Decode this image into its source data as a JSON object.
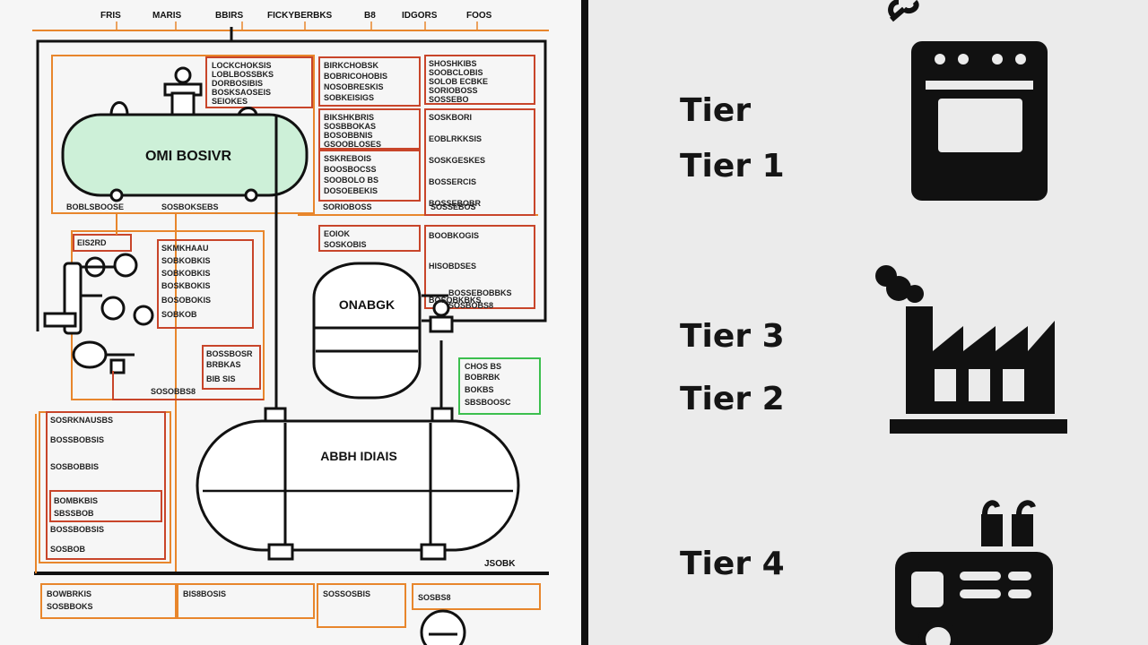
{
  "header": {
    "labels": [
      "FRIS",
      "MARIS",
      "BBIRS",
      "FICKYBERBKS",
      "B8",
      "IDGORS",
      "FOOS"
    ]
  },
  "main_tank": {
    "label": "OMI BOSIVR"
  },
  "mid_tank": {
    "label": "ONABGK"
  },
  "lower_tank": {
    "label": "ABBH IDIAIS"
  },
  "note_blocks": {
    "block_a": [
      "LOCKCHOKSIS",
      "LOBLBOSSBKS",
      "DORBOSIBIS",
      "BOSKSAOSEIS",
      "SEIOKES"
    ],
    "block_b": [
      "BIRKCHOBSK",
      "BOBRICOHOBIS",
      "NOSOBRESKIS",
      "SOBKEISIGS"
    ],
    "block_c": [
      "SHOSHKIBS",
      "SOOBCLOBIS",
      "SOLOB ECBKE",
      "SORIOBOSS",
      "SOSSEBO"
    ],
    "block_d": [
      "BIKSHKBRIS",
      "SOSBBOKAS",
      "BOSOBBNIS",
      "GSOOBLOSES"
    ],
    "block_e": [
      "SOSKBORI",
      "EOBLRKKSIS",
      "SOSKGESKES",
      "BOSSERCIS",
      "BOSSEBOBR"
    ],
    "block_f": [
      "SSKREBOIS",
      "BOOSBOCSS",
      "SOOBOLO BS",
      "DOSOEBEKIS"
    ],
    "block_g": [
      "EOIOK",
      "SOSKOBIS"
    ],
    "block_h": [
      "BOOBKOGIS",
      "HISOBDSES",
      "BOSOBKBKS"
    ],
    "block_i": [
      "EIS2RD"
    ],
    "block_j": [
      "SKMKHAAU",
      "SOBKOBKIS",
      "SOBKOBKIS",
      "BOSKBOKIS",
      "BOSOBOKIS",
      "SOBKOB"
    ],
    "block_k": [
      "BOSSBOSR",
      "BRBKAS",
      "BIB SIS"
    ],
    "block_l": [
      "SOSOBBS8"
    ],
    "block_m": [
      "CHOS BS",
      "BOBRBK",
      "BOKBS",
      "SBSBOOSC"
    ],
    "block_n": [
      "SOSRKNAUSBS",
      "BOSSBOBSIS",
      "SOSBOBBIS",
      "BOSSBOBSIS",
      "SOSBOB"
    ],
    "block_o": [
      "BOMBKBIS",
      "SBSSBOB"
    ],
    "block_p": [
      "BOBLSBOOSE"
    ],
    "block_q": [
      "SOSBOKSEBS"
    ],
    "block_r": [
      "SORIOBOSS"
    ],
    "block_s": [
      "SOSSEBOS"
    ],
    "block_t": [
      "BOSSEBOBBKS"
    ],
    "block_u": [
      "SOSBOBS8"
    ]
  },
  "bottom_bar": {
    "items": [
      "BOWBRKIS",
      "SOSBBOKS",
      "BIS8BOSIS",
      "SOSSOSBIS",
      "SOSBS8"
    ],
    "signature": "JSOBK"
  },
  "tiers": [
    {
      "label": "Tier",
      "icon": "stove-icon"
    },
    {
      "label": "Tier 1",
      "icon": "stove-icon"
    },
    {
      "label": "Tier 3",
      "icon": "factory-icon"
    },
    {
      "label": "Tier 2",
      "icon": "factory-icon"
    },
    {
      "label": "Tier 4",
      "icon": "generator-truck-icon"
    }
  ],
  "colors": {
    "line": "#111111",
    "accent_orange": "#e8862c",
    "accent_red": "#c8452a",
    "tank_fill": "#cdf0d8",
    "box_green": "#3cbf4e",
    "icon": "#111111"
  }
}
